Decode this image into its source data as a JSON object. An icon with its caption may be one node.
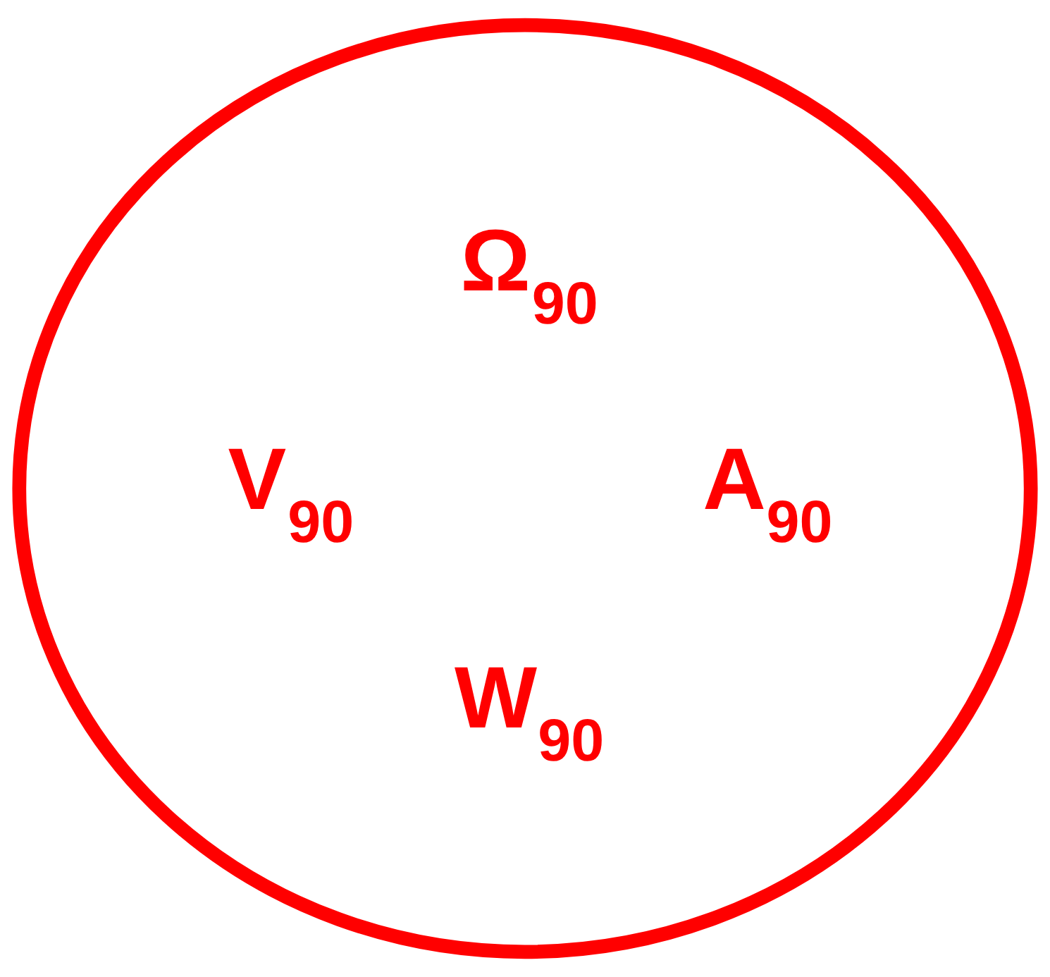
{
  "diagram": {
    "nodes": [
      {
        "text": [
          "Ω$_{90}$",
          "V$_{90}$",
          "A$_{90}$",
          "W$_{90}$"
        ]
      }
    ]
  }
}
